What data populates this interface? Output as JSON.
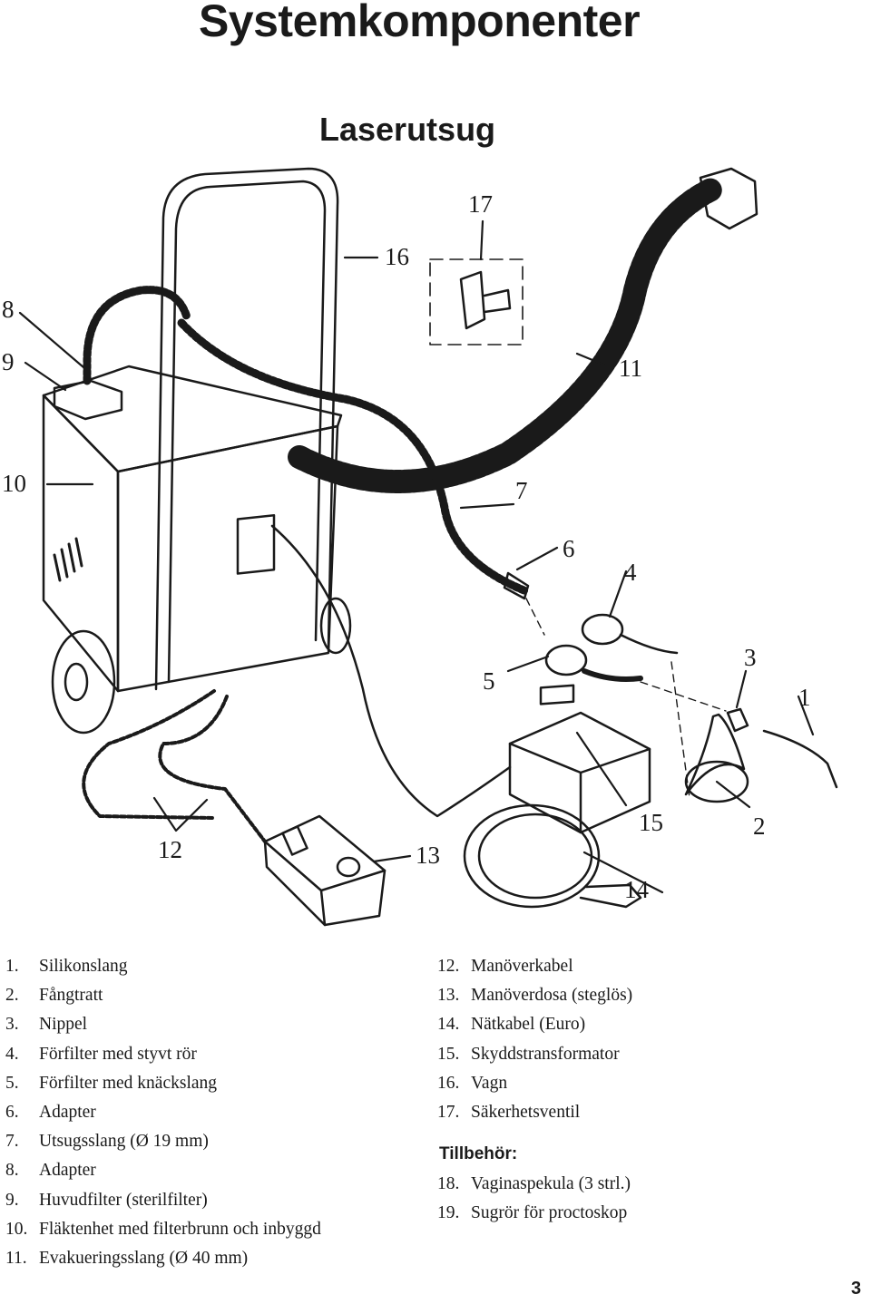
{
  "title": "Systemkomponenter",
  "subtitle": "Laserutsug",
  "callouts": {
    "c1": "1",
    "c2": "2",
    "c3": "3",
    "c4": "4",
    "c5": "5",
    "c6": "6",
    "c7": "7",
    "c8": "8",
    "c9": "9",
    "c10": "10",
    "c11": "11",
    "c12": "12",
    "c13": "13",
    "c14": "14",
    "c15": "15",
    "c16": "16",
    "c17": "17"
  },
  "legend_left": [
    {
      "num": "1.",
      "label": "Silikonslang"
    },
    {
      "num": "2.",
      "label": "Fångtratt"
    },
    {
      "num": "3.",
      "label": "Nippel"
    },
    {
      "num": "4.",
      "label": "Förfilter med styvt rör"
    },
    {
      "num": "5.",
      "label": "Förfilter med knäckslang"
    },
    {
      "num": "6.",
      "label": "Adapter"
    },
    {
      "num": "7.",
      "label": "Utsugsslang (Ø 19 mm)"
    },
    {
      "num": "8.",
      "label": "Adapter"
    },
    {
      "num": "9.",
      "label": "Huvudfilter (sterilfilter)"
    },
    {
      "num": "10.",
      "label": "Fläktenhet med filterbrunn och inbyggd"
    },
    {
      "num": "11.",
      "label": "Evakueringsslang (Ø 40 mm)"
    }
  ],
  "legend_right": [
    {
      "num": "12.",
      "label": "Manöverkabel"
    },
    {
      "num": "13.",
      "label": "Manöverdosa (steglös)"
    },
    {
      "num": "14.",
      "label": "Nätkabel (Euro)"
    },
    {
      "num": "15.",
      "label": "Skyddstransformator"
    },
    {
      "num": "16.",
      "label": "Vagn"
    },
    {
      "num": "17.",
      "label": "Säkerhetsventil"
    }
  ],
  "accessories_title": "Tillbehör:",
  "accessories": [
    {
      "num": "18.",
      "label": "Vaginaspekula (3 strl.)"
    },
    {
      "num": "19.",
      "label": "Sugrör för proctoskop"
    }
  ],
  "page_number": "3"
}
